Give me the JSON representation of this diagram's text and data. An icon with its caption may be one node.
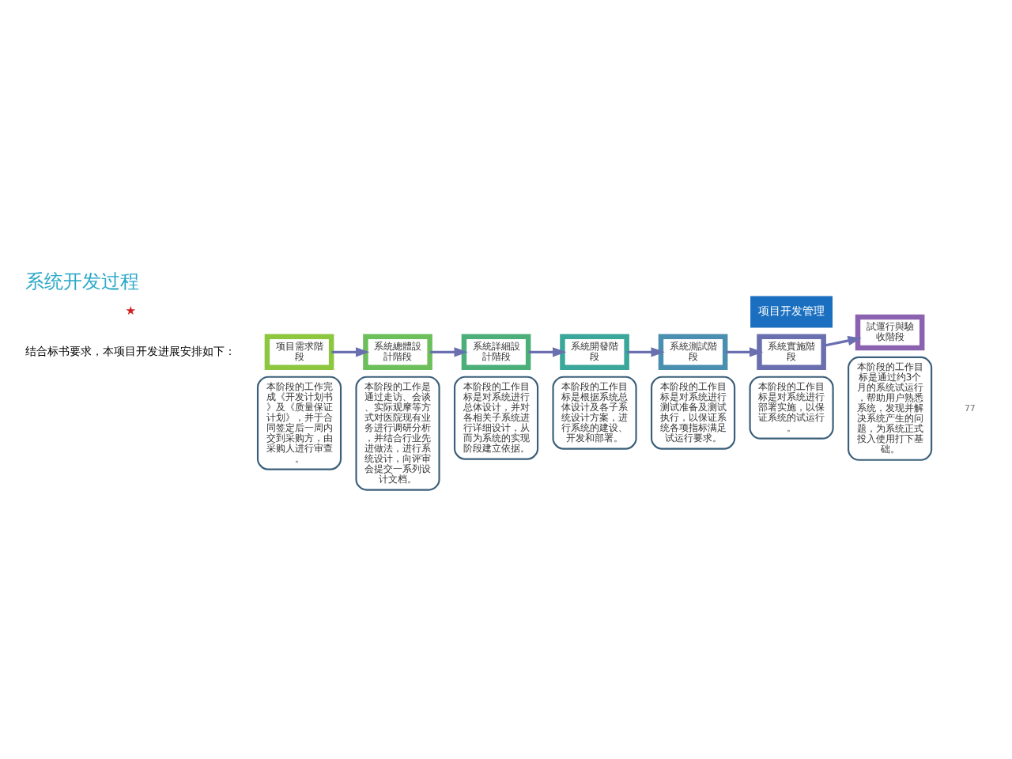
{
  "diagram": {
    "title": "系统开发过程",
    "nodes": [
      {
        "text": [
          "项目需求階段"
        ]
      },
      {
        "text": [
          "本阶段的工作完成《开发计划书》及《质量保证计划》，并于合同签定后一周内交到采购方，由采购人进行审查。"
        ]
      },
      {
        "text": [
          "系統總體設計階段"
        ]
      },
      {
        "text": [
          "本阶段的工作是通过走访、会谈、实际观摩等方式对医院现有业务进行调研分析，并结合行业先进做法，进行系统设计，向评审会提交一系列设计文档。"
        ]
      },
      {
        "text": [
          "系統詳細設計階段"
        ]
      },
      {
        "text": [
          "本阶段的工作目标是对系统进行总体设计，并对各相关子系统进行详细设计，从而为系统的实现阶段建立依据。"
        ]
      },
      {
        "text": [
          "系統開發階段"
        ]
      },
      {
        "text": [
          "本阶段的工作目标是根据系统总体设计及各子系统设计方案，进行系统的建设、开发和部署。"
        ]
      },
      {
        "text": [
          "系統測試階段"
        ]
      },
      {
        "text": [
          "本阶段的工作目标是对系统进行测试准备及测试执行，以保证系统各项指标满足试运行要求。"
        ]
      },
      {
        "text": [
          "系統實施階段"
        ]
      },
      {
        "text": [
          "本阶段的工作目标是对系统进行部署实施，以保证系统的试运行。"
        ]
      },
      {
        "text": [
          "試運行與驗收階段"
        ]
      },
      {
        "text": [
          "本阶段的工作目标是通过约3个月的系统试运行，帮助用户熟悉系统，发现并解决系统产生的问题，为系统正式投入使用打下基础。"
        ]
      }
    ],
    "edges": [
      {
        "from": 0,
        "to": 2,
        "arrow": "to"
      },
      {
        "from": 2,
        "to": 4,
        "arrow": "to"
      },
      {
        "from": 4,
        "to": 6,
        "arrow": "to"
      },
      {
        "from": 6,
        "to": 8,
        "arrow": "to"
      },
      {
        "from": 8,
        "to": 10,
        "arrow": "to"
      },
      {
        "from": 10,
        "to": 12,
        "arrow": "to"
      }
    ],
    "labels": [
      "项目开发管理",
      "★",
      "结合标书要求，本项目开发进展安排如下：",
      "77"
    ]
  }
}
